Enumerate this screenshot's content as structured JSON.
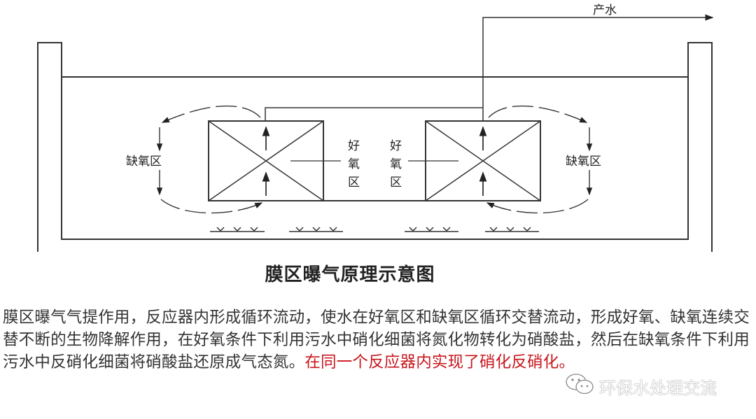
{
  "diagram": {
    "outlet_label": "产水",
    "anoxic_left": "缺氧区",
    "anoxic_right": "缺氧区",
    "aerobic_left": [
      "好",
      "氧",
      "区"
    ],
    "aerobic_right": [
      "好",
      "氧",
      "区"
    ],
    "title": "膜区曝气原理示意图"
  },
  "description": {
    "text": "膜区曝气气提作用，反应器内形成循环流动，使水在好氧区和缺氧区循环交替流动，形成好氧、缺氧连续交替不断的生物降解作用，在好氧条件下利用污水中硝化细菌将氮化物转化为硝酸盐，然后在缺氧条件下利用污水中反硝化细菌将硝酸盐还原成气态氮。",
    "highlight": "在同一个反应器内实现了硝化反硝化。",
    "highlight_color": "#c8161d"
  },
  "watermark": {
    "icon": "wechat-icon",
    "text": "环保水处理交流"
  }
}
